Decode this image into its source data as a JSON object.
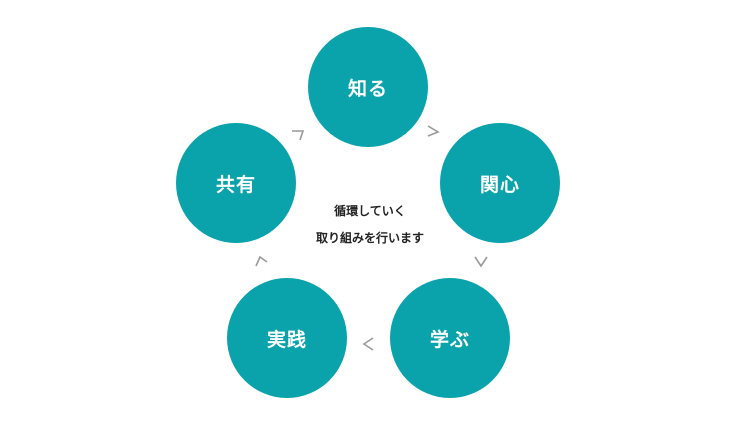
{
  "diagram": {
    "nodes": [
      {
        "id": "know",
        "label": "知る"
      },
      {
        "id": "interest",
        "label": "関心"
      },
      {
        "id": "learn",
        "label": "学ぶ"
      },
      {
        "id": "practice",
        "label": "実践"
      },
      {
        "id": "share",
        "label": "共有"
      }
    ],
    "center": {
      "line1": "循環していく",
      "line2": "取り組みを行います"
    },
    "colors": {
      "node_fill": "#0aa3ab",
      "arrow": "#9a9a9a",
      "center_text": "#222222"
    },
    "icons": [
      "chevron-arrow-icon"
    ]
  }
}
